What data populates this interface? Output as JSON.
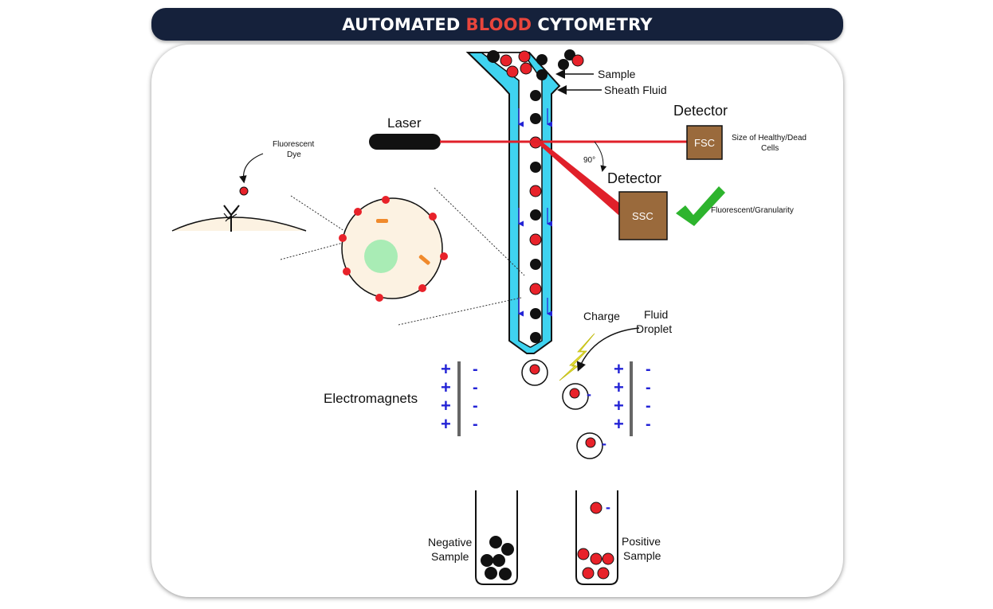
{
  "header": {
    "title_part1": "AUTOMATED",
    "title_part2": "BLOOD",
    "title_part3": "CYTOMETRY",
    "accent_color": "#e8453c",
    "bar_color": "#15213b"
  },
  "diagram": {
    "labels": {
      "sample": "Sample",
      "sheath_fluid": "Sheath Fluid",
      "laser": "Laser",
      "detector_fsc_title": "Detector",
      "fsc": "FSC",
      "fsc_note_line1": "Size of Healthy/Dead",
      "fsc_note_line2": "Cells",
      "angle": "90°",
      "detector_ssc_title": "Detector",
      "ssc": "SSC",
      "ssc_note": "Fluorescent/Granularity",
      "fluorescent_line1": "Fluorescent",
      "fluorescent_line2": "Dye",
      "charge": "Charge",
      "fluid_line1": "Fluid",
      "fluid_line2": "Droplet",
      "electromagnets": "Electromagnets",
      "negative_line1": "Negative",
      "negative_line2": "Sample",
      "positive_line1": "Positive",
      "positive_line2": "Sample",
      "plus": "+",
      "minus": "-"
    },
    "colors": {
      "sheath": "#3fd3f0",
      "cell_red": "#e8222a",
      "cell_black": "#111111",
      "laser": "#e0202a",
      "detector_box": "#9a6a3c",
      "check": "#2db42d",
      "plus_sign": "#2323d6",
      "cell_body": "#fcf2e2",
      "nucleus": "#a9ecb5",
      "organelle": "#f08a2c",
      "spark": "#e6e13a"
    },
    "icons": [
      "checkmark-icon",
      "lightning-icon",
      "antibody-icon"
    ]
  }
}
